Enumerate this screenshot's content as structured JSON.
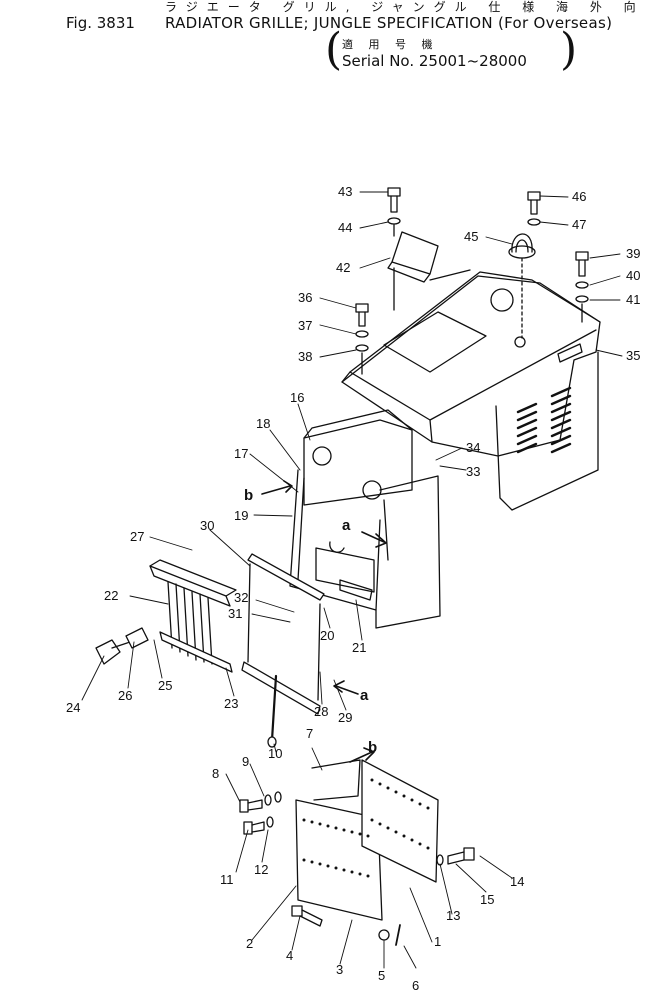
{
  "header": {
    "japanese_title": "ラジエータ グリル, ジャングル 仕 様 海 外 向",
    "figure_number": "Fig. 3831",
    "title": "RADIATOR GRILLE; JUNGLE SPECIFICATION (For Overseas)",
    "japanese_serial_label": "適 用 号 機",
    "serial": "Serial No. 25001~28000"
  },
  "callouts": [
    {
      "id": "c1",
      "text": "1"
    },
    {
      "id": "c2",
      "text": "2"
    },
    {
      "id": "c3",
      "text": "3"
    },
    {
      "id": "c4",
      "text": "4"
    },
    {
      "id": "c5",
      "text": "5"
    },
    {
      "id": "c6",
      "text": "6"
    },
    {
      "id": "c7",
      "text": "7"
    },
    {
      "id": "c8",
      "text": "8"
    },
    {
      "id": "c9",
      "text": "9"
    },
    {
      "id": "c10",
      "text": "10"
    },
    {
      "id": "c11",
      "text": "11"
    },
    {
      "id": "c12",
      "text": "12"
    },
    {
      "id": "c13",
      "text": "13"
    },
    {
      "id": "c14",
      "text": "14"
    },
    {
      "id": "c15",
      "text": "15"
    },
    {
      "id": "c16",
      "text": "16"
    },
    {
      "id": "c17",
      "text": "17"
    },
    {
      "id": "c18",
      "text": "18"
    },
    {
      "id": "c19",
      "text": "19"
    },
    {
      "id": "c20",
      "text": "20"
    },
    {
      "id": "c21",
      "text": "21"
    },
    {
      "id": "c22",
      "text": "22"
    },
    {
      "id": "c23",
      "text": "23"
    },
    {
      "id": "c24",
      "text": "24"
    },
    {
      "id": "c25",
      "text": "25"
    },
    {
      "id": "c26",
      "text": "26"
    },
    {
      "id": "c27",
      "text": "27"
    },
    {
      "id": "c28",
      "text": "28"
    },
    {
      "id": "c29",
      "text": "29"
    },
    {
      "id": "c30",
      "text": "30"
    },
    {
      "id": "c31",
      "text": "31"
    },
    {
      "id": "c32",
      "text": "32"
    },
    {
      "id": "c33",
      "text": "33"
    },
    {
      "id": "c34",
      "text": "34"
    },
    {
      "id": "c35",
      "text": "35"
    },
    {
      "id": "c36",
      "text": "36"
    },
    {
      "id": "c37",
      "text": "37"
    },
    {
      "id": "c38",
      "text": "38"
    },
    {
      "id": "c39",
      "text": "39"
    },
    {
      "id": "c40",
      "text": "40"
    },
    {
      "id": "c41",
      "text": "41"
    },
    {
      "id": "c42",
      "text": "42"
    },
    {
      "id": "c43",
      "text": "43"
    },
    {
      "id": "c44",
      "text": "44"
    },
    {
      "id": "c45",
      "text": "45"
    },
    {
      "id": "c46",
      "text": "46"
    },
    {
      "id": "c47",
      "text": "47"
    }
  ],
  "reference_marks": {
    "a": "a",
    "b": "b"
  }
}
